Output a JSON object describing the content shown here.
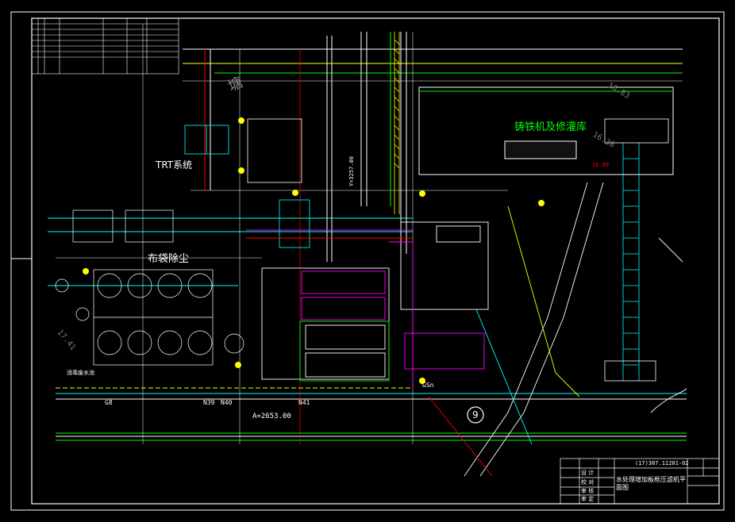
{
  "drawing": {
    "labels": {
      "foundry_shed": "铸铁机及修灌库",
      "trt_system": "TRT系统",
      "bag_filter": "布袋除尘",
      "tang": "塘",
      "elevation_a": "A=2653.00",
      "axis_g8": "G8",
      "axis_n39": "N39",
      "axis_n40": "N40",
      "axis_n41": "N41",
      "axis_gsn": "GSn",
      "grid_circle": "9",
      "dim_17_41": "17.41",
      "dim_16_83": "16.83",
      "dim_16_38": "16.38",
      "dim_16_00": "16.00",
      "coord_y": "Y=3257.00",
      "drain_label": "消毒废水池"
    },
    "colors": {
      "background": "#000000",
      "border": "#ffffff",
      "green": "#00ff00",
      "cyan": "#00ffff",
      "yellow": "#ffff00",
      "red": "#ff0000",
      "magenta": "#ff00ff",
      "white": "#ffffff"
    }
  },
  "title_block": {
    "drawing_no": "(17)307.11201-02",
    "title": "水处理增加板框压滤机平面图",
    "rows": [
      "设 计",
      "校 对",
      "审 核",
      "审 定"
    ]
  }
}
